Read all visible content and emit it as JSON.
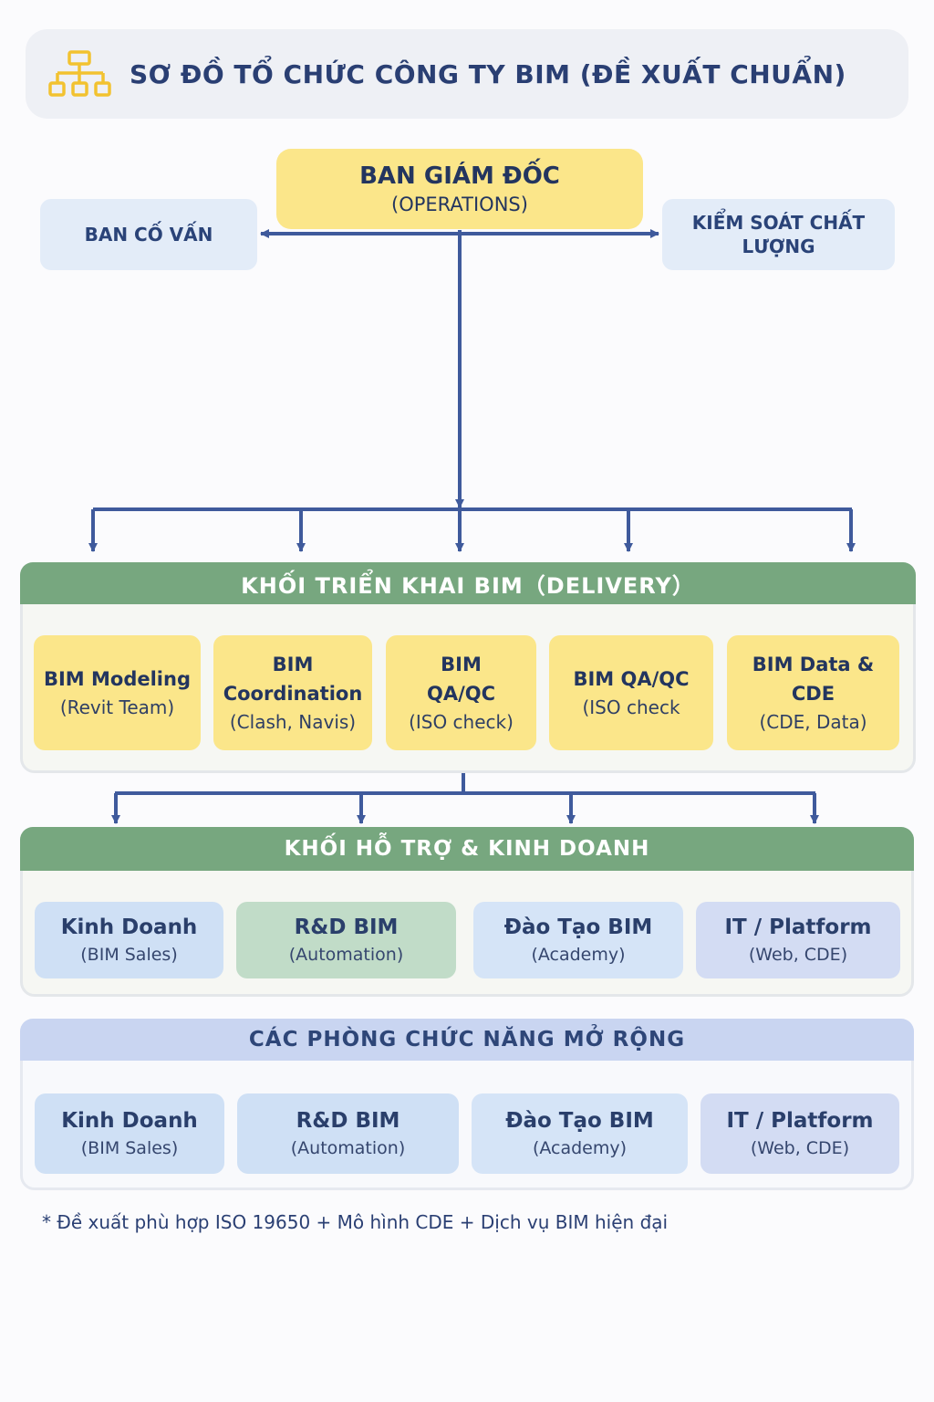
{
  "header": {
    "title": "SƠ ĐỒ TỔ CHỨC CÔNG TY BIM (ĐỀ XUẤT CHUẨN)",
    "icon": "org-chart-icon",
    "accent": "#f2c230"
  },
  "top": {
    "ceo_title": "BAN GIÁM ĐỐC",
    "ceo_subtitle": "(OPERATIONS)",
    "advisor": "BAN CỐ VẤN",
    "qc": "KIỂM SOÁT CHẤT LƯỢNG"
  },
  "delivery": {
    "title": "KHỐI TRIỂN KHAI BIM（DELIVERY）",
    "cards": [
      {
        "title": "BIM Modeling",
        "subtitle": "(Revit Team)"
      },
      {
        "title": "BIM Coordination",
        "subtitle": "(Clash, Navis)"
      },
      {
        "title": "BIM QA/QC",
        "subtitle": "(ISO check)"
      },
      {
        "title": "BIM QA/QC",
        "subtitle": "(ISO check"
      },
      {
        "title": "BIM Data & CDE",
        "subtitle": "(CDE, Data)"
      }
    ]
  },
  "support": {
    "title": "KHỐI HỖ TRỢ & KINH DOANH",
    "cards": [
      {
        "title": "Kinh Doanh",
        "subtitle": "(BIM Sales)"
      },
      {
        "title": "R&D BIM",
        "subtitle": "(Automation)"
      },
      {
        "title": "Đào Tạo BIM",
        "subtitle": "(Academy)"
      },
      {
        "title": "IT / Platform",
        "subtitle": "(Web, CDE)"
      }
    ]
  },
  "extended": {
    "title": "CÁC PHÒNG CHỨC NĂNG MỞ RỘNG",
    "cards": [
      {
        "title": "Kinh Doanh",
        "subtitle": "(BIM Sales)"
      },
      {
        "title": "R&D BIM",
        "subtitle": "(Automation)"
      },
      {
        "title": "Đào Tạo BIM",
        "subtitle": "(Academy)"
      },
      {
        "title": "IT / Platform",
        "subtitle": "(Web, CDE)"
      }
    ]
  },
  "footnote": "* Đề xuất phù hợp ISO 19650 + Mô hình CDE + Dịch vụ BIM hiện đại",
  "colors": {
    "connector": "#3f5a9c",
    "delivery_bar": "#77a77f",
    "extended_bar": "#c9d5f1",
    "card_yellow": "#fbe68a"
  }
}
